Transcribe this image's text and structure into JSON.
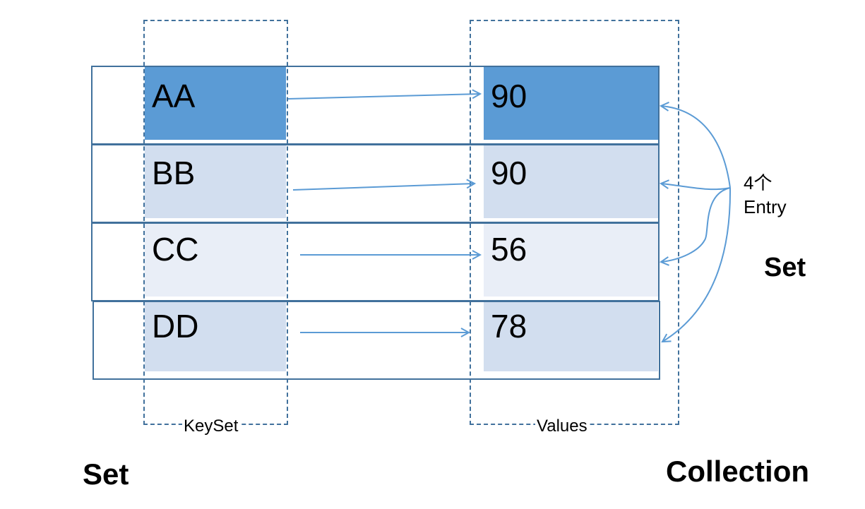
{
  "colors": {
    "highlight_cell": "#5b9bd5",
    "light_cell": "#d2deef",
    "pale_cell": "#e9eef7",
    "border": "#41719c",
    "arrow": "#5b9bd5"
  },
  "rows": [
    {
      "key": "AA",
      "value": "90"
    },
    {
      "key": "BB",
      "value": "90"
    },
    {
      "key": "CC",
      "value": "56"
    },
    {
      "key": "DD",
      "value": "78"
    }
  ],
  "keyset_label": "KeySet",
  "values_label": "Values",
  "entry_annotation": {
    "count": "4个",
    "word": "Entry"
  },
  "entry_set_label": "Set",
  "keyset_type_label": "Set",
  "values_type_label": "Collection"
}
